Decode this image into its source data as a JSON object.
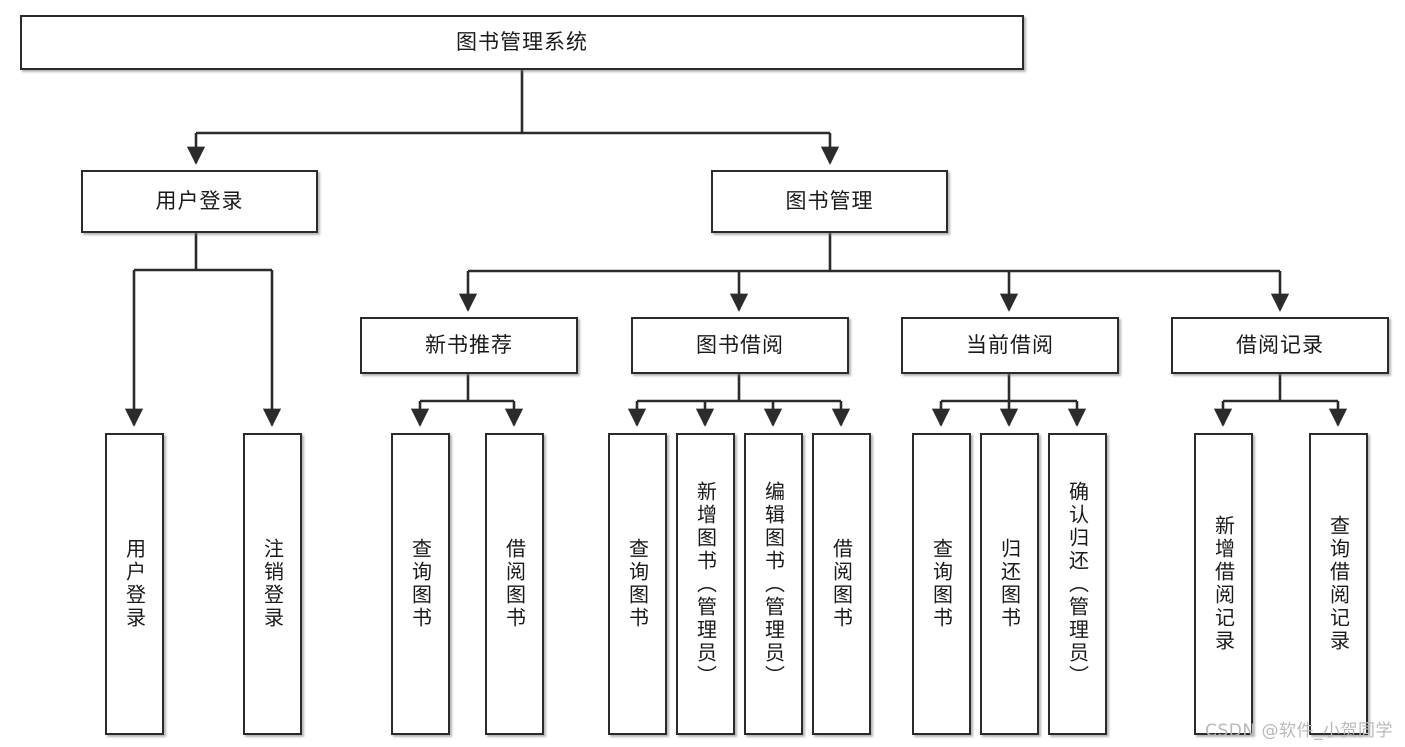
{
  "diagram": {
    "title_node": {
      "label": "图书管理系统"
    },
    "level2": [
      {
        "id": "user-login",
        "label": "用户登录"
      },
      {
        "id": "book-management",
        "label": "图书管理"
      }
    ],
    "level3": [
      {
        "id": "new-book-recommend",
        "label": "新书推荐"
      },
      {
        "id": "book-borrow",
        "label": "图书借阅"
      },
      {
        "id": "current-borrow",
        "label": "当前借阅"
      },
      {
        "id": "borrow-record",
        "label": "借阅记录"
      }
    ],
    "leaves": [
      {
        "id": "leaf-user-login",
        "label": "用户登录"
      },
      {
        "id": "leaf-logout-login",
        "label": "注销登录"
      },
      {
        "id": "leaf-query-book-1",
        "label": "查询图书"
      },
      {
        "id": "leaf-borrow-book-1",
        "label": "借阅图书"
      },
      {
        "id": "leaf-query-book-2",
        "label": "查询图书"
      },
      {
        "id": "leaf-add-book",
        "label": "新增图书（管理员）"
      },
      {
        "id": "leaf-edit-book",
        "label": "编辑图书（管理员）"
      },
      {
        "id": "leaf-borrow-book-2",
        "label": "借阅图书"
      },
      {
        "id": "leaf-query-book-3",
        "label": "查询图书"
      },
      {
        "id": "leaf-return-book",
        "label": "归还图书"
      },
      {
        "id": "leaf-confirm-return",
        "label": "确认归还（管理员）"
      },
      {
        "id": "leaf-add-record",
        "label": "新增借阅记录"
      },
      {
        "id": "leaf-query-record",
        "label": "查询借阅记录"
      }
    ],
    "watermark": "CSDN @软件_小贺同学",
    "colors": {
      "stroke": "#2b2b2b",
      "fill": "#ffffff",
      "text": "#1a1a1a",
      "watermark": "#b9b9b9"
    }
  }
}
